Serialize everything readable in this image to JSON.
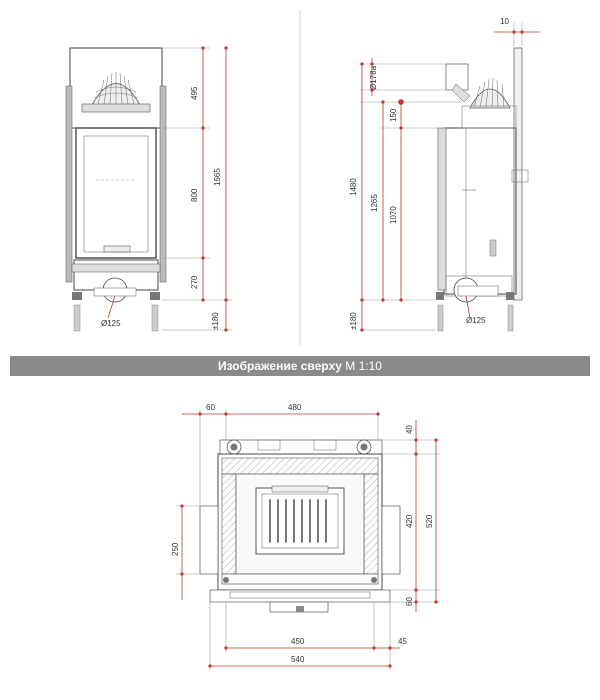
{
  "banner": {
    "title_bold": "Изображение сверху",
    "scale": "M 1:10"
  },
  "front_view": {
    "dim_top": "495",
    "dim_middle": "800",
    "dim_total": "1565",
    "dim_bottom": "270",
    "dim_legs": "±180",
    "flue": "Ø125"
  },
  "side_view": {
    "dim_panel": "10",
    "dim_outlet": "Ø178a",
    "dim_150": "150",
    "dim_1480": "1480",
    "dim_1265": "1265",
    "dim_1070": "1070",
    "dim_legs": "±180",
    "flue": "Ø125"
  },
  "top_view": {
    "dim_60_left": "60",
    "dim_480": "480",
    "dim_40": "40",
    "dim_420": "420",
    "dim_520": "520",
    "dim_60_right": "60",
    "dim_250": "250",
    "dim_450": "450",
    "dim_45": "45",
    "dim_540": "540"
  },
  "colors": {
    "dimension_red": "#c0392b",
    "banner_grey": "#8a8a8a"
  }
}
